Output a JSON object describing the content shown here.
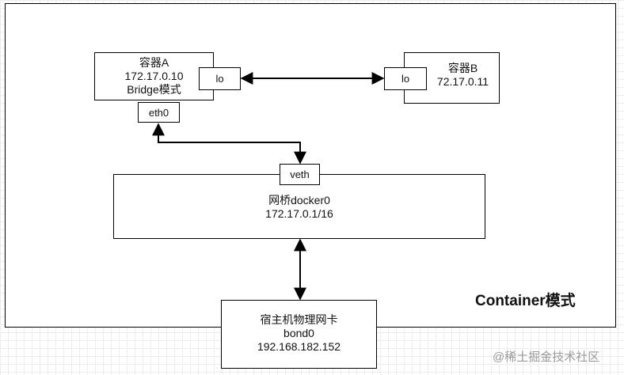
{
  "container_a": {
    "title": "容器A",
    "ip": "172.17.0.10",
    "mode": "Bridge模式",
    "lo": "lo",
    "eth": "eth0"
  },
  "container_b": {
    "title": "容器B",
    "ip": "72.17.0.11",
    "lo": "lo"
  },
  "bridge": {
    "veth": "veth",
    "name": "网桥docker0",
    "ip": "172.17.0.1/16"
  },
  "host": {
    "title": "宿主机物理网卡",
    "iface": "bond0",
    "ip": "192.168.182.152"
  },
  "mode_label": "Container模式",
  "watermark": "@稀土掘金技术社区"
}
